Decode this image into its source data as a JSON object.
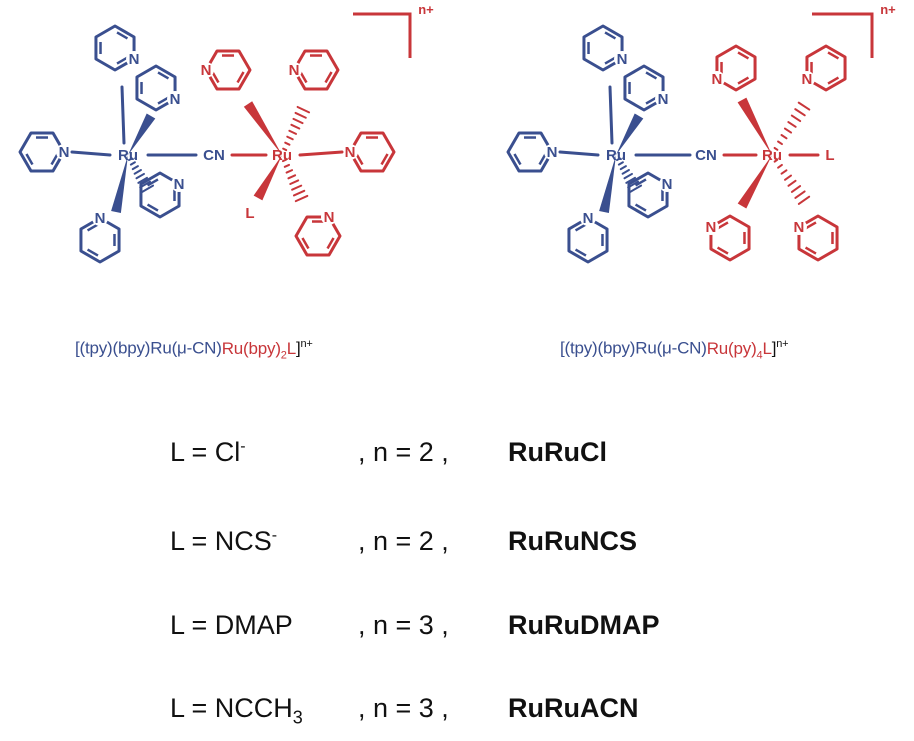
{
  "colors": {
    "blue": "#3a4f8f",
    "red": "#c8363a",
    "black": "#111111"
  },
  "structure_labels": {
    "n": "N",
    "ru": "Ru",
    "cn": "CN",
    "l": "L",
    "charge": "n+"
  },
  "captions": [
    {
      "blue_part": "[(tpy)(bpy)Ru(μ-CN)",
      "red_main": "Ru(bpy)",
      "red_sub": "2",
      "red_tail": "L",
      "close": "]",
      "sup": "n+"
    },
    {
      "blue_part": "[(tpy)(bpy)Ru(μ-CN)",
      "red_main": "Ru(py)",
      "red_sub": "4",
      "red_tail": "L",
      "close": "]",
      "sup": "n+"
    }
  ],
  "rows": [
    {
      "l_main": "L = Cl",
      "l_sup": "-",
      "l_sub": "",
      "n_text": ",  n = 2 ,",
      "code": "RuRuCl"
    },
    {
      "l_main": "L = NCS",
      "l_sup": "-",
      "l_sub": "",
      "n_text": ",  n = 2 ,",
      "code": "RuRuNCS"
    },
    {
      "l_main": "L = DMAP",
      "l_sup": "",
      "l_sub": "",
      "n_text": ",  n = 3 ,",
      "code": "RuRuDMAP"
    },
    {
      "l_main": "L = NCCH",
      "l_sup": "",
      "l_sub": "3",
      "n_text": ",  n = 3 ,",
      "code": "RuRuACN"
    }
  ]
}
